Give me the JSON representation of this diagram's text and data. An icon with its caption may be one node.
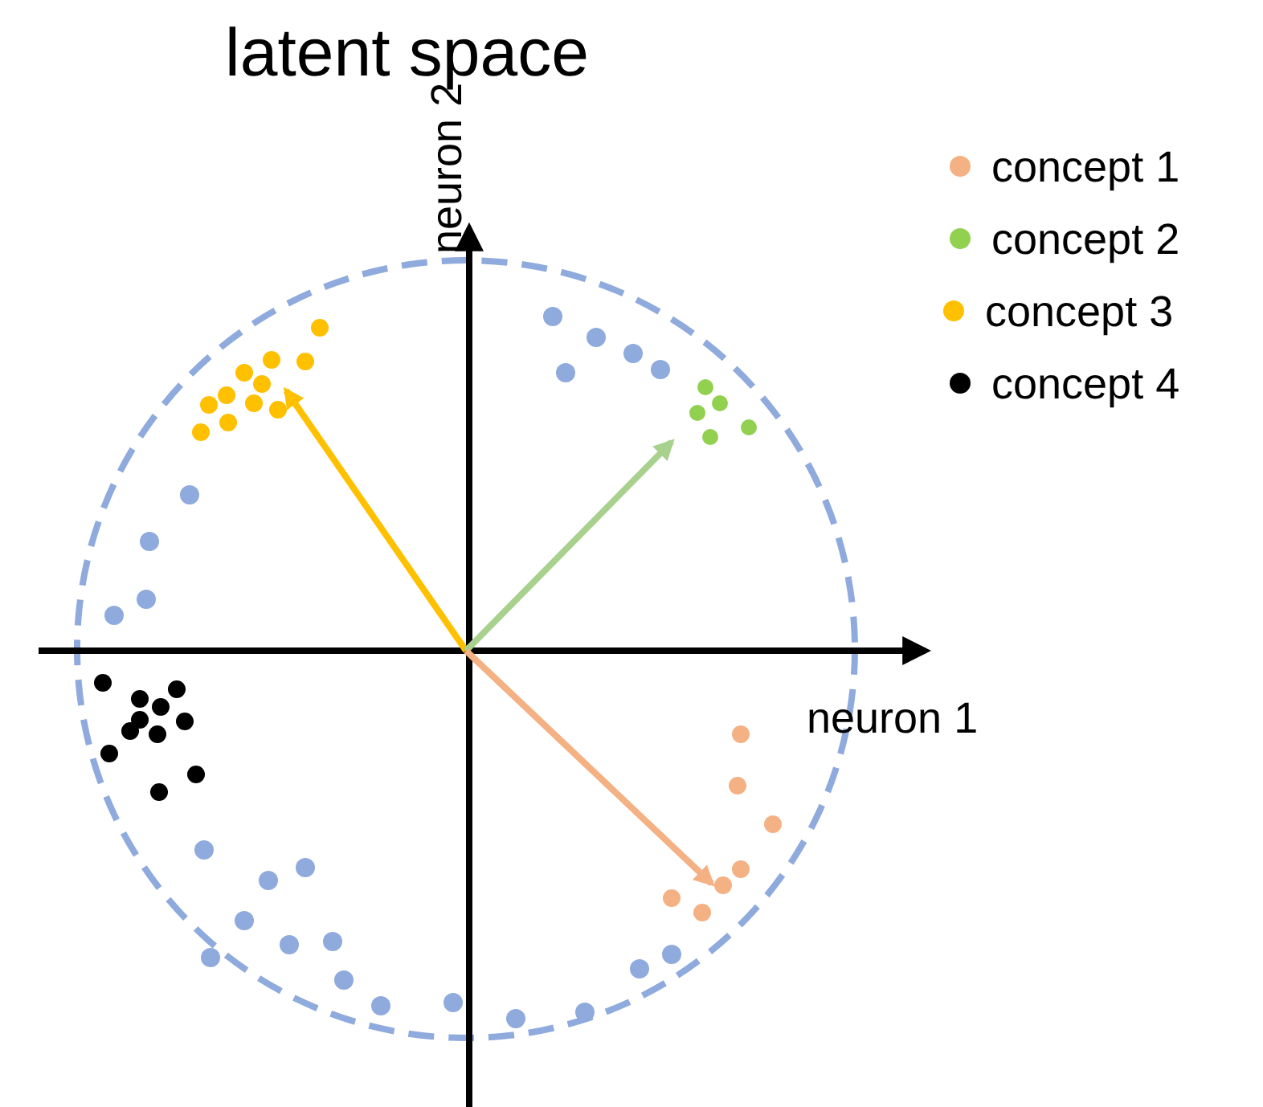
{
  "diagram": {
    "title": "latent space",
    "labels": [
      "neuron 2",
      "neuron 1"
    ],
    "legend": [
      {
        "text": "concept 1",
        "color": "#f4b183"
      },
      {
        "text": "concept 2",
        "color": "#92d050"
      },
      {
        "text": "concept 3",
        "color": "#ffc000"
      },
      {
        "text": "concept 4",
        "color": "#000000"
      }
    ]
  }
}
